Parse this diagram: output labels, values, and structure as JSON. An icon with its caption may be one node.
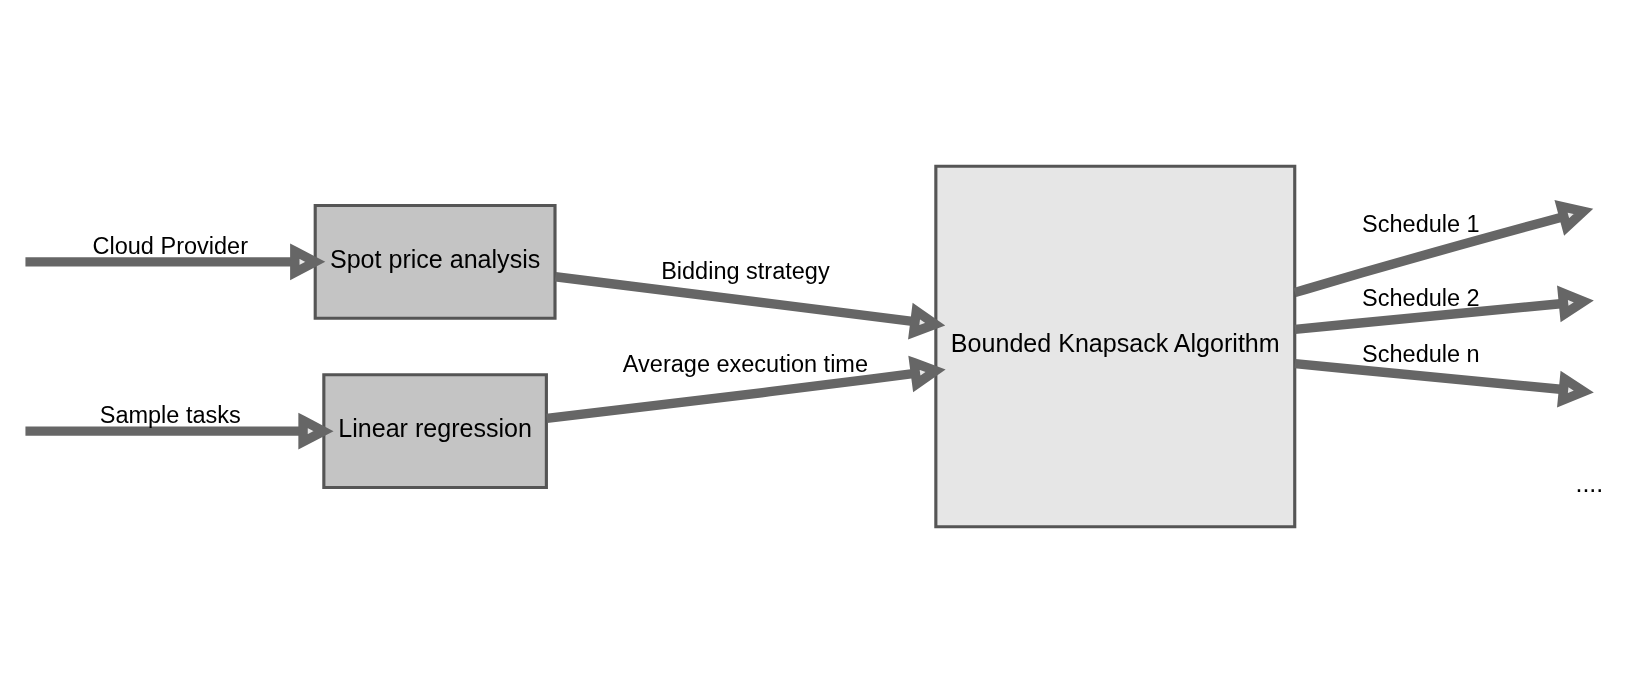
{
  "diagram": {
    "nodes": [
      {
        "text": [
          "Linear regression"
        ]
      },
      {
        "text": [
          "Spot price analysis"
        ]
      },
      {
        "text": [
          "Bounded Knapsack Algorithm"
        ]
      }
    ],
    "edges": [
      {
        "from": null,
        "to": 0,
        "arrow": "to",
        "label": "Sample tasks"
      },
      {
        "from": null,
        "to": 1,
        "arrow": "to",
        "label": "Cloud Provider"
      },
      {
        "from": 0,
        "to": 2,
        "arrow": "to",
        "label": "Average execution time"
      },
      {
        "from": 1,
        "to": 2,
        "arrow": "to",
        "label": "Bidding strategy"
      },
      {
        "from": 2,
        "to": null,
        "arrow": "to",
        "label": "Schedule 1"
      },
      {
        "from": 2,
        "to": null,
        "arrow": "to",
        "label": "Schedule 2"
      },
      {
        "from": 2,
        "to": null,
        "arrow": "to",
        "label": "Schedule n"
      }
    ],
    "labels": [
      "...."
    ]
  }
}
